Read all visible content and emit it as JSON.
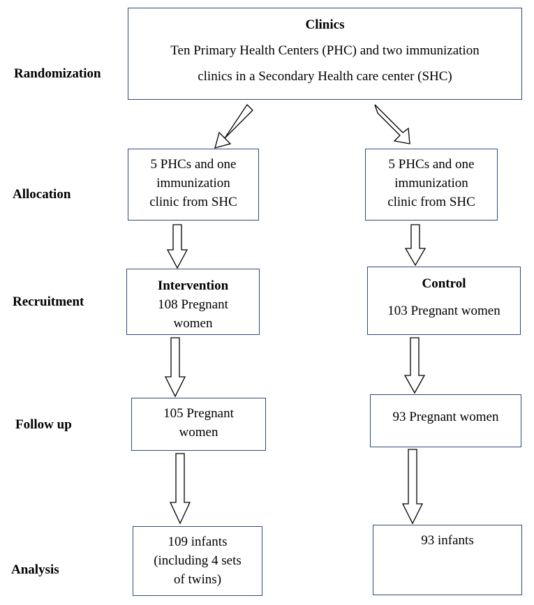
{
  "stages": {
    "randomization": "Randomization",
    "allocation": "Allocation",
    "recruitment": "Recruitment",
    "follow_up": "Follow up",
    "analysis": "Analysis"
  },
  "clinics": {
    "title": "Clinics",
    "line1": "Ten Primary Health Centers (PHC) and two immunization",
    "line2": "clinics in a Secondary Health care center (SHC)"
  },
  "left": {
    "allocation": [
      "5 PHCs and one",
      "immunization",
      "clinic from SHC"
    ],
    "recruitment_title": "Intervention",
    "recruitment": [
      "108 Pregnant",
      "women"
    ],
    "follow_up": [
      "105 Pregnant",
      "women"
    ],
    "analysis": [
      "109 infants",
      "(including 4 sets",
      "of twins)"
    ]
  },
  "right": {
    "allocation": [
      "5 PHCs and one",
      "immunization",
      "clinic from SHC"
    ],
    "recruitment_title": "Control",
    "recruitment": [
      "103 Pregnant women"
    ],
    "follow_up": [
      "93 Pregnant women"
    ],
    "analysis": [
      "93 infants"
    ]
  }
}
